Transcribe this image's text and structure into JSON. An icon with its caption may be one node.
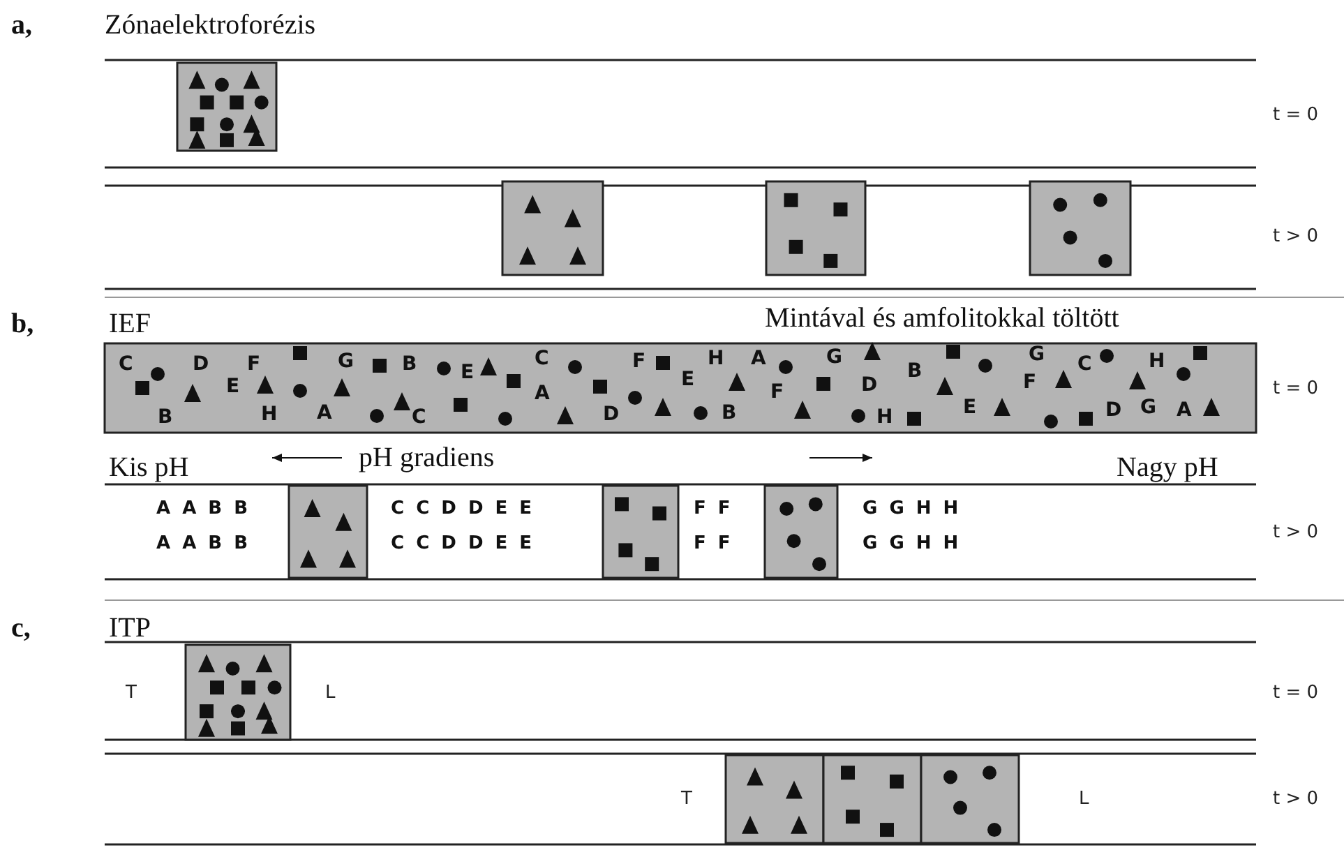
{
  "diagram": {
    "labels": [
      "a,",
      "Zónaelektroforézis",
      "t = 0",
      "t > 0",
      "b,",
      "IEF",
      "Mintával és amfolitokkal töltött",
      "C",
      "D",
      "F",
      "G",
      "B",
      "C",
      "F",
      "H",
      "A",
      "G",
      "G",
      "C",
      "H",
      "E",
      "E",
      "A",
      "E",
      "F",
      "D",
      "B",
      "F",
      "B",
      "H",
      "A",
      "C",
      "D",
      "B",
      "H",
      "E",
      "D",
      "G",
      "A",
      "t = 0",
      "Kis pH",
      "pH gradiens",
      "Nagy pH",
      "A A B B",
      "C C D D E E",
      "F F",
      "G G H H",
      "A A B B",
      "C C D D E E",
      "F F",
      "G G H H",
      "t > 0",
      "c,",
      "ITP",
      "T",
      "L",
      "t = 0",
      "T",
      "L",
      "t > 0"
    ]
  }
}
